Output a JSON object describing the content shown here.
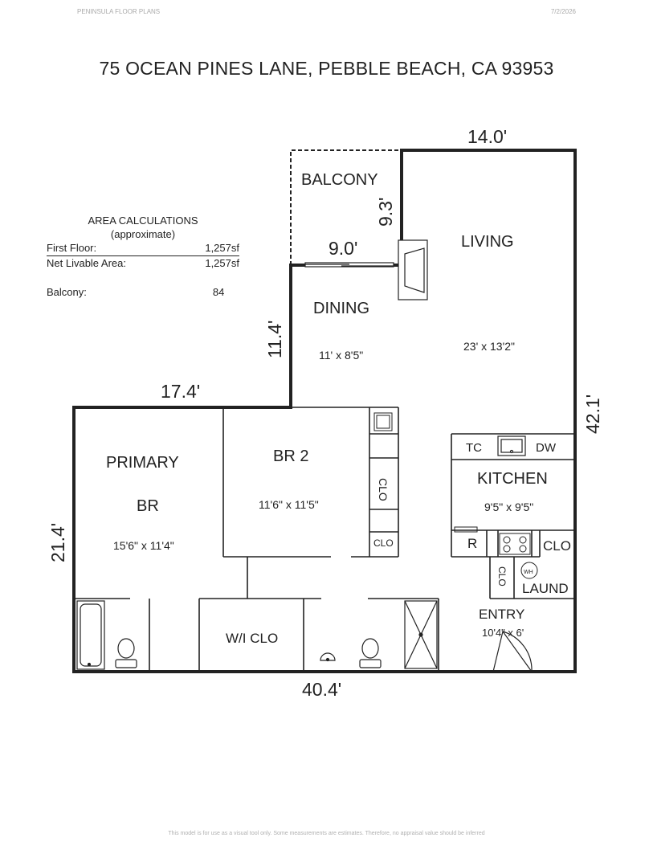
{
  "header": {
    "brand": "PENINSULA FLOOR PLANS",
    "date": "7/2/2026"
  },
  "title": "75 OCEAN PINES LANE, PEBBLE BEACH, CA  93953",
  "area": {
    "heading": "AREA CALCULATIONS",
    "subheading": "(approximate)",
    "rows": [
      {
        "label": "First  Floor:",
        "value": "1,257sf"
      },
      {
        "label": "Net Livable Area:",
        "value": "1,257sf"
      }
    ],
    "balcony_label": "Balcony:",
    "balcony_value": "84"
  },
  "rooms": {
    "balcony": "BALCONY",
    "living": "LIVING",
    "living_size": "23' x 13'2\"",
    "dining": "DINING",
    "dining_size": "11' x 8'5\"",
    "primary1": "PRIMARY",
    "primary2": "BR",
    "primary_size": "15'6\" x 11'4\"",
    "br2": "BR 2",
    "br2_size": "11'6\" x 11'5\"",
    "kitchen": "KITCHEN",
    "kitchen_size": "9'5\" x 9'5\"",
    "entry": "ENTRY",
    "entry_size": "10'4\" x 6'",
    "wicl": "W/I CLO",
    "laund": "LAUND",
    "clo_br2": "CLO",
    "clo_small": "CLO",
    "clo_kitchen": "CLO",
    "clo_entry": "CLO",
    "tc": "TC",
    "dw": "DW",
    "r": "R",
    "wh": "WH"
  },
  "dimensions": {
    "top": "14.0'",
    "balcony_depth": "9.3'",
    "balcony_width": "9.0'",
    "dining_height": "11.4'",
    "primary_top": "17.4'",
    "right": "42.1'",
    "left": "21.4'",
    "bottom": "40.4'"
  },
  "footer": "This model is for use as a visual tool only. Some measurements are estimates. Therefore, no appraisal value should be inferred"
}
